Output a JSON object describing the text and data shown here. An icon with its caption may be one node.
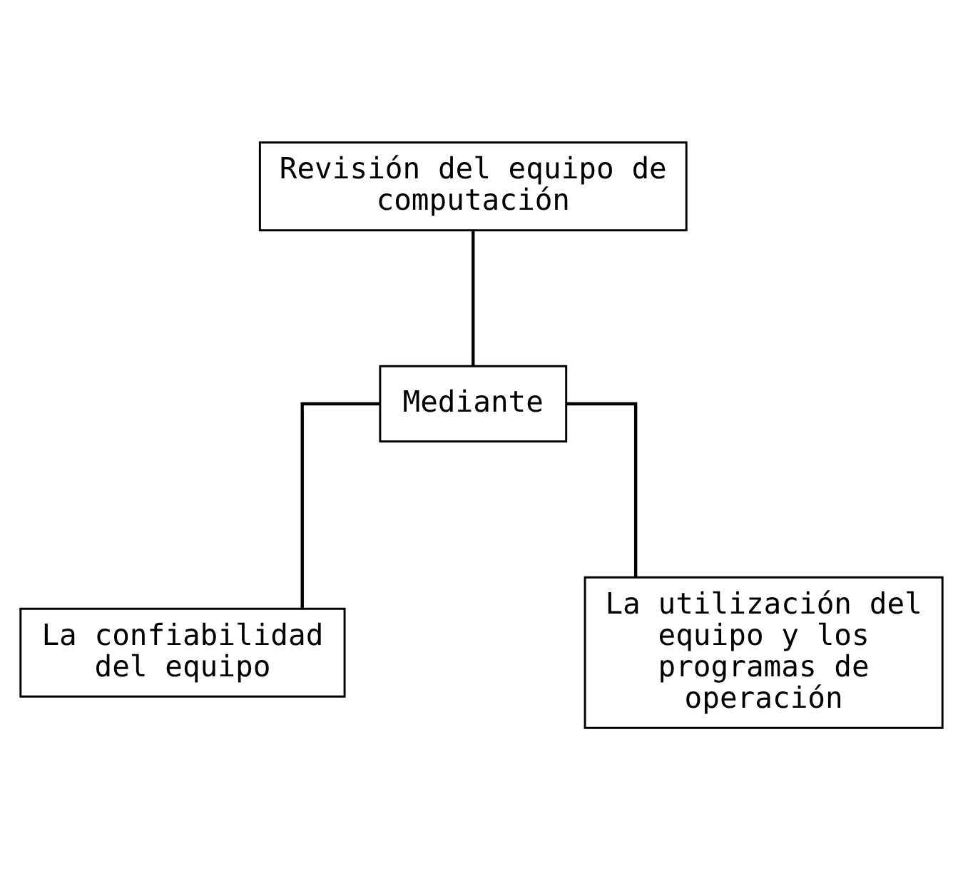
{
  "diagram": {
    "nodes": [
      {
        "text": [
          "Revisión del equipo de computación"
        ]
      },
      {
        "text": [
          "Mediante"
        ]
      },
      {
        "text": [
          "La confiabilidad del equipo"
        ]
      },
      {
        "text": [
          "La utilización del equipo y los programas de operación"
        ]
      }
    ],
    "edges": [
      {
        "from": 0,
        "to": 1,
        "arrow": "none"
      },
      {
        "from": 1,
        "to": 2,
        "arrow": "none"
      },
      {
        "from": 1,
        "to": 3,
        "arrow": "none"
      }
    ]
  }
}
